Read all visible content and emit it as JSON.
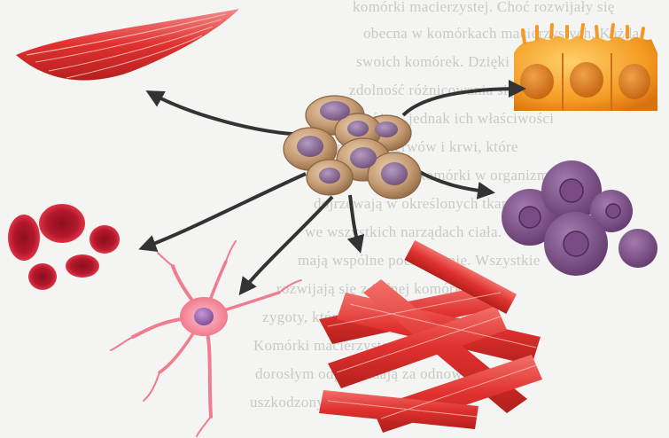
{
  "background_text": [
    "komórki macierzystej. Choć rozwijały się",
    "obecna w komórkach macierzystych. Każda",
    "swoich komórek. Dzięki komórkom",
    "zdolność różnicowania się w komórki",
    "bardzo różne, jednak ich właściwości",
    "mięśni, nerwów i krwi, które",
    "poszczególne komórki w organizmie",
    "dojrzewają w określonych tkankach",
    "we wszystkich narządach ciała.",
    "mają wspólne pochodzenie. Wszystkie",
    "rozwijają się z jednej komórki",
    "zygoty, która dzieli się wielokrotnie.",
    "Komórki macierzyste w organizmie",
    "dorosłym odpowiadają za odnowę",
    "uszkodzonych tkanek i narządów."
  ],
  "colors": {
    "stem_cell": "#b89270",
    "nucleus": "#8a6f95",
    "muscle": "#e0312f",
    "blood": "#c81e32",
    "neuron": "#ef7d8f",
    "epithelial": "#f4a12a",
    "bone_marrow": "#7a4a7f",
    "arrow": "#333333"
  },
  "icons": [
    "stem-cell-cluster",
    "smooth-muscle-cell",
    "epithelial-cells",
    "red-blood-cells",
    "nerve-cell",
    "skeletal-muscle-fibers",
    "bone-marrow-cells"
  ]
}
